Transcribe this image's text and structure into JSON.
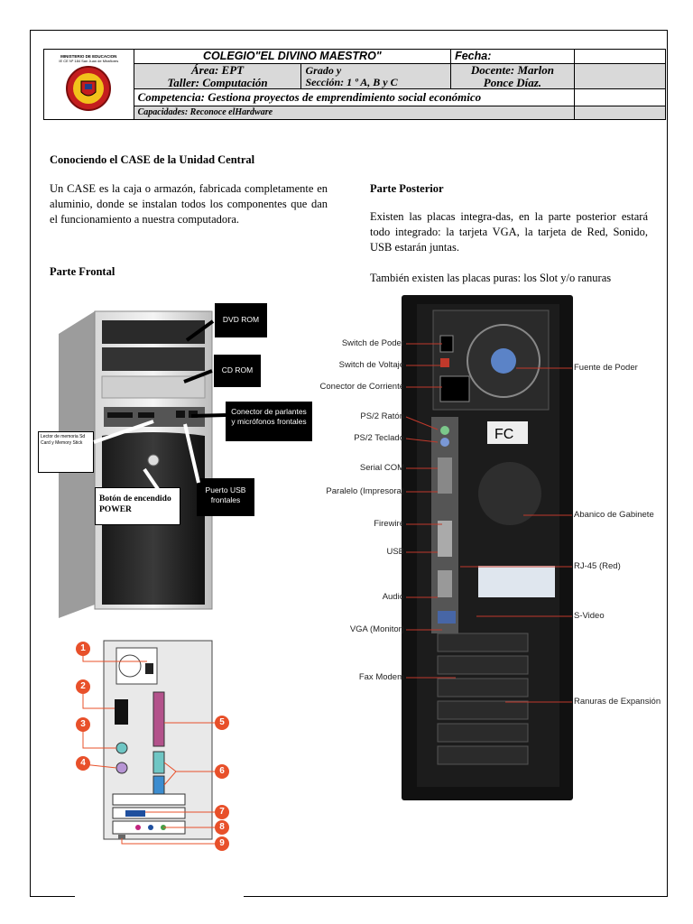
{
  "header": {
    "logo": {
      "ministry": "MINISTERIO DE EDUCACION",
      "school_code": "IE CE Nº 184 San Juan de Miraflores"
    },
    "school": "COLEGIO\"EL DIVINO MAESTRO\"",
    "fecha_label": "Fecha:",
    "area_line1": "Área: EPT",
    "area_line2": "Taller: Computación",
    "grado_line1": "Grado y",
    "grado_line2": "Sección:    1 º A, B y C",
    "docente_line1": "Docente: Marlon",
    "docente_line2": "Ponce Díaz.",
    "competencia": "Competencia: Gestiona proyectos de emprendimiento social económico",
    "capacidades": "Capacidades: Reconoce elHardware"
  },
  "section_title": "Conociendo el CASE de la Unidad Central",
  "intro": "Un CASE es la caja o armazón, fabricada completamente en aluminio, donde se instalan todos los componentes que dan el funcionamiento a nuestra computadora.",
  "parte_frontal_title": "Parte Frontal",
  "parte_posterior_title": "Parte Posterior",
  "posterior_p1": "Existen las placas integra-das, en la parte posterior estará todo integrado: la tarjeta VGA, la tarjeta de Red, Sonido, USB estarán juntas.",
  "posterior_p2": "También existen las placas puras: los Slot y/o ranuras",
  "front_callouts": {
    "dvd": "DVD ROM",
    "cd": "CD ROM",
    "conector": "Conector de parlantes y micrófonos frontales",
    "lector": "Lector de memoria Sd Card y Memory Stick",
    "boton": "Botón de encendido POWER",
    "usb": "Puerto USB frontales"
  },
  "rear_labels_left": [
    "Switch de Poder",
    "Switch de Voltaje",
    "Conector de Corriente",
    "PS/2 Ratón",
    "PS/2 Teclado",
    "Serial COM",
    "Paralelo (Impresora)",
    "Firewire",
    "USB",
    "Audio",
    "VGA (Monitor)",
    "Fax Modem"
  ],
  "rear_labels_right": [
    "Fuente de Poder",
    "Abanico de Gabinete",
    "RJ-45 (Red)",
    "S-Video",
    "Ranuras de Expansión"
  ],
  "panel_numbers": [
    "1",
    "2",
    "3",
    "4",
    "5",
    "6",
    "7",
    "8",
    "9"
  ],
  "colors": {
    "callout_bg": "#000000",
    "number_badge": "#e8502a",
    "header_gray": "#d9d9d9"
  }
}
